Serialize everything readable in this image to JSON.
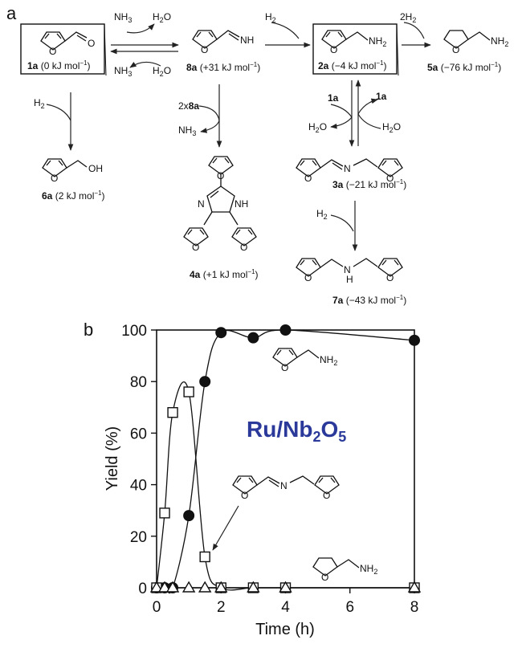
{
  "scheme": {
    "panel_label": "a",
    "compounds": {
      "c1a": {
        "id": "1a",
        "energy": "(0 kJ mol",
        "sup": "−1",
        "close": ")"
      },
      "c8a": {
        "id": "8a",
        "energy": "(+31 kJ mol",
        "sup": "−1",
        "close": ")"
      },
      "c2a": {
        "id": "2a",
        "energy": "(−4 kJ mol",
        "sup": "−1",
        "close": ")"
      },
      "c5a": {
        "id": "5a",
        "energy": "(−76 kJ mol",
        "sup": "−1",
        "close": ")"
      },
      "c6a": {
        "id": "6a",
        "energy": "(2 kJ mol",
        "sup": "−1",
        "close": ")"
      },
      "c4a": {
        "id": "4a",
        "energy": "(+1 kJ mol",
        "sup": "−1",
        "close": ")"
      },
      "c3a": {
        "id": "3a",
        "energy": "(−21 kJ mol",
        "sup": "−1",
        "close": ")"
      },
      "c7a": {
        "id": "7a",
        "energy": "(−43 kJ mol",
        "sup": "−1",
        "close": ")"
      }
    },
    "reagents": {
      "nh3": "NH",
      "h2o": "H",
      "h2": "H",
      "two_h2": "2H",
      "sub2": "2",
      "sub3": "3",
      "two_x": "2x",
      "two_x_ref": "8a",
      "one_a": "1a",
      "o": "O",
      "nh2": "NH",
      "nh": "NH",
      "oh": "OH",
      "n": "N",
      "h": "H"
    }
  },
  "chart": {
    "panel_label": "b",
    "catalyst_main": "Ru/Nb",
    "catalyst_sub1": "2",
    "catalyst_mid": "O",
    "catalyst_sub2": "5",
    "struct_nh2": "NH",
    "struct_n": "N",
    "struct_o": "O"
  },
  "chart_data": {
    "type": "scatter",
    "xlabel": "Time (h)",
    "ylabel": "Yield (%)",
    "xlim": [
      0,
      8
    ],
    "ylim": [
      0,
      100
    ],
    "x_ticks": [
      0,
      2,
      4,
      6,
      8
    ],
    "y_ticks": [
      0,
      20,
      40,
      60,
      80,
      100
    ],
    "series": [
      {
        "marker": "filled-circle",
        "x": [
          0,
          0.25,
          0.5,
          1.0,
          1.5,
          2.0,
          3.0,
          4.0,
          8.0
        ],
        "y": [
          0,
          0,
          0,
          28,
          80,
          99,
          97,
          100,
          96
        ]
      },
      {
        "marker": "open-square",
        "x": [
          0,
          0.25,
          0.5,
          1.0,
          1.5,
          2.0,
          3.0,
          4.0,
          8.0
        ],
        "y": [
          0,
          29,
          68,
          76,
          12,
          0,
          0,
          0,
          0
        ]
      },
      {
        "marker": "open-triangle",
        "x": [
          0,
          0.25,
          0.5,
          1.0,
          1.5,
          2.0,
          3.0,
          4.0,
          8.0
        ],
        "y": [
          0,
          0,
          0,
          0,
          0,
          0,
          0,
          0,
          0
        ]
      }
    ]
  }
}
